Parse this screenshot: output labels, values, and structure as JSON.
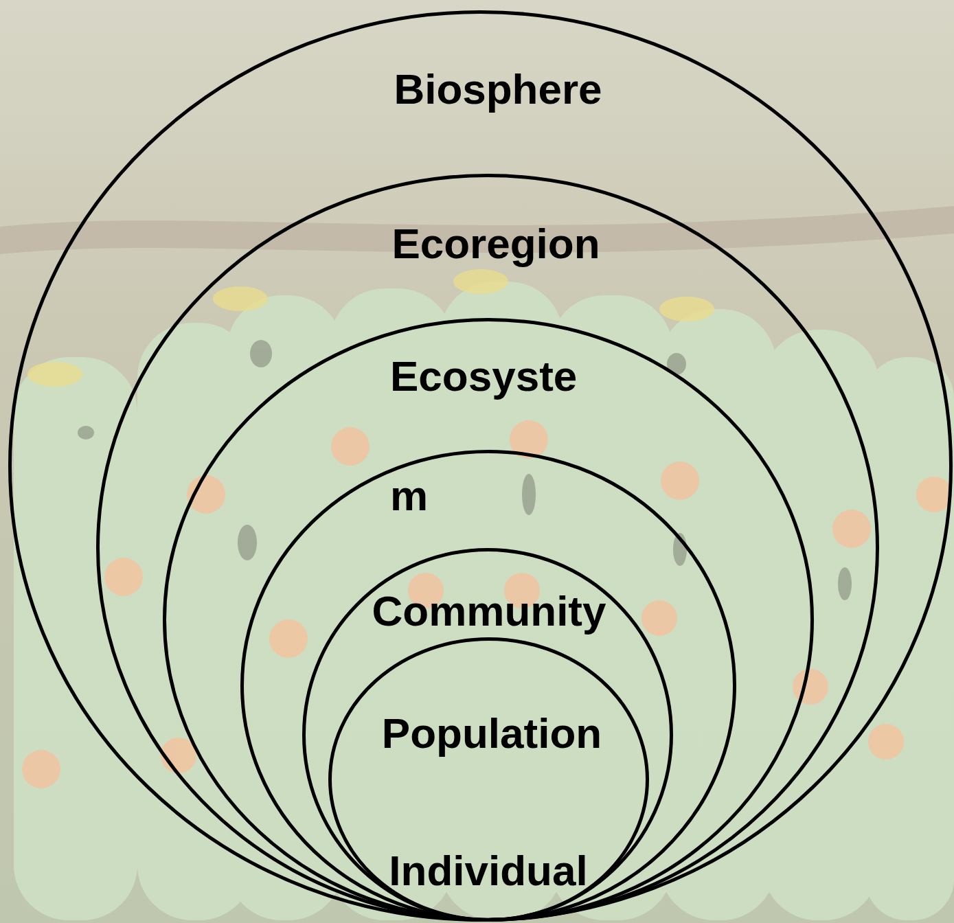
{
  "diagram": {
    "nodes": [
      {
        "text": [
          "Biosphere"
        ]
      },
      {
        "text": [
          "Ecoregion"
        ],
        "in": 0
      },
      {
        "text": [
          "Ecosyste m"
        ],
        "in": 1
      },
      {
        "text": [
          "Community"
        ],
        "in": 2
      },
      {
        "text": [
          "Population",
          "Individual"
        ],
        "in": 3
      }
    ]
  }
}
